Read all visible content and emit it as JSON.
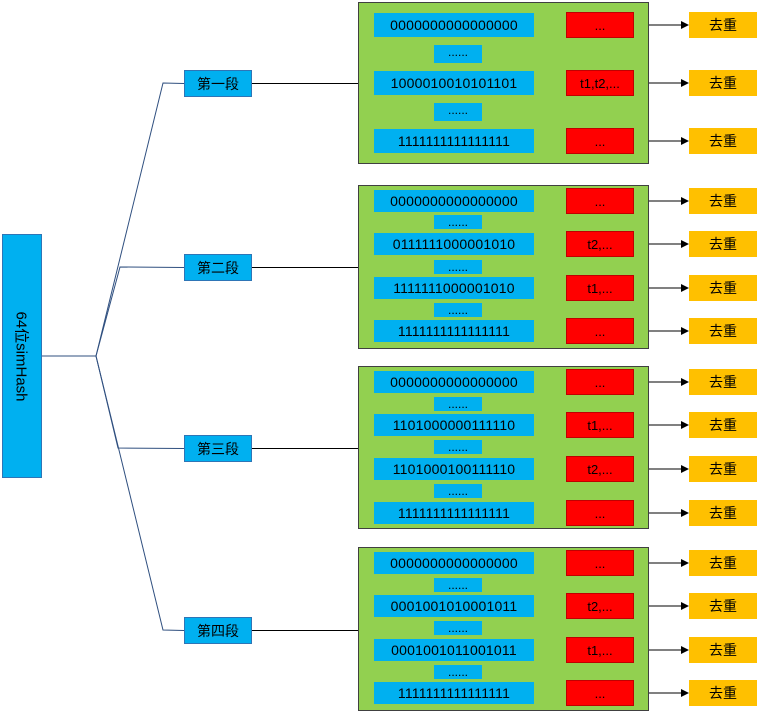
{
  "root_label": "64位simHash",
  "segments": [
    {
      "label": "第一段",
      "rows": [
        {
          "code": "0000000000000000",
          "value": "...",
          "action": "去重"
        },
        {
          "code": "1000010010101101",
          "value": "t1,t2,...",
          "action": "去重"
        },
        {
          "code": "1111111111111111",
          "value": "...",
          "action": "去重"
        }
      ],
      "separators": [
        "......",
        "......"
      ]
    },
    {
      "label": "第二段",
      "rows": [
        {
          "code": "0000000000000000",
          "value": "...",
          "action": "去重"
        },
        {
          "code": "0111111000001010",
          "value": "t2,...",
          "action": "去重"
        },
        {
          "code": "1111111000001010",
          "value": "t1,...",
          "action": "去重"
        },
        {
          "code": "1111111111111111",
          "value": "...",
          "action": "去重"
        }
      ],
      "separators": [
        "......",
        "......",
        "......"
      ]
    },
    {
      "label": "第三段",
      "rows": [
        {
          "code": "0000000000000000",
          "value": "...",
          "action": "去重"
        },
        {
          "code": "1101000000111110",
          "value": "t1,...",
          "action": "去重"
        },
        {
          "code": "1101000100111110",
          "value": "t2,...",
          "action": "去重"
        },
        {
          "code": "1111111111111111",
          "value": "...",
          "action": "去重"
        }
      ],
      "separators": [
        "......",
        "......",
        "......"
      ]
    },
    {
      "label": "第四段",
      "rows": [
        {
          "code": "0000000000000000",
          "value": "...",
          "action": "去重"
        },
        {
          "code": "0001001010001011",
          "value": "t2,...",
          "action": "去重"
        },
        {
          "code": "0001001011001011",
          "value": "t1,...",
          "action": "去重"
        },
        {
          "code": "1111111111111111",
          "value": "...",
          "action": "去重"
        }
      ],
      "separators": [
        "......",
        "......",
        "......"
      ]
    }
  ],
  "colors": {
    "root_fill": "#00b0f0",
    "code_fill": "#00b0f0",
    "panel_fill": "#92d050",
    "value_fill": "#ff0000",
    "action_fill": "#ffc000",
    "tree_line": "#2f4f7f"
  }
}
